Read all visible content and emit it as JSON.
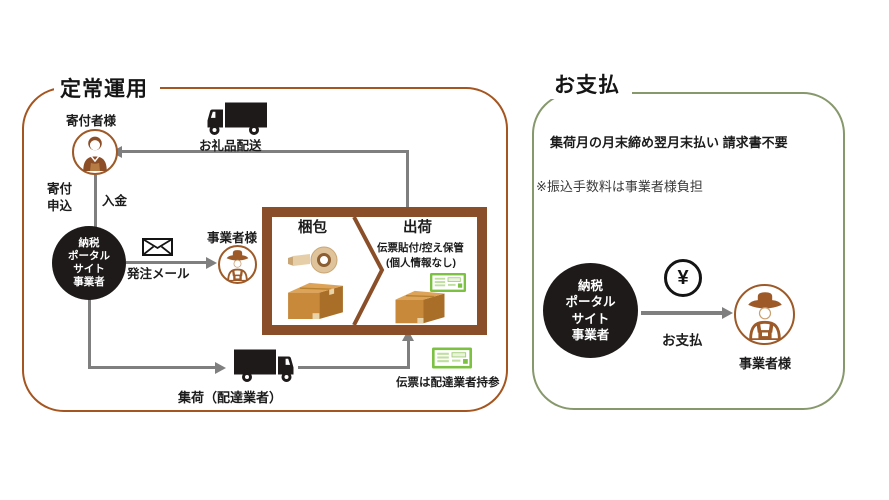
{
  "colors": {
    "left_panel_border": "#A5551F",
    "right_panel_border": "#87986C",
    "frame_brown": "#8A4E28",
    "icon_brown": "#9D5A28",
    "flow_line_gray": "#7F7F7F",
    "portal_circle_black": "#1D1A19",
    "slip_green": "#7CC142",
    "cardboard": "#C8893A"
  },
  "left_panel": {
    "title": "定常運用",
    "donor_label": "寄付者様",
    "gift_delivery_label": "お礼品配送",
    "donation_line1": "寄付",
    "donation_line2": "申込",
    "payment_in_label": "入金",
    "portal_circle": {
      "lines": [
        "納税",
        "ポータル",
        "サイト",
        "事業者"
      ]
    },
    "order_mail_label": "発注メール",
    "operator_label": "事業者様",
    "process_box": {
      "packing_label": "梱包",
      "shipping_label": "出荷",
      "slip_note_line1": "伝票貼付/控え保管",
      "slip_note_line2": "(個人情報なし)"
    },
    "pickup_label": "集荷（配達業者）",
    "slip_carry_label": "伝票は配達業者持参"
  },
  "right_panel": {
    "title": "お支払",
    "terms_line": "集荷月の月末締め翌月末払い 請求書不要",
    "fee_note": "※振込手数料は事業者様負担",
    "portal_circle": {
      "lines": [
        "納税",
        "ポータル",
        "サイト",
        "事業者"
      ]
    },
    "yen_symbol": "¥",
    "payment_label": "お支払",
    "operator_label": "事業者様"
  },
  "icons": [
    "delivery-truck-icon",
    "pickup-truck-icon",
    "envelope-icon",
    "donor-avatar-icon",
    "farmer-icon",
    "tape-roll-icon",
    "cardboard-box-icon",
    "shipping-slip-icon",
    "yen-icon"
  ]
}
